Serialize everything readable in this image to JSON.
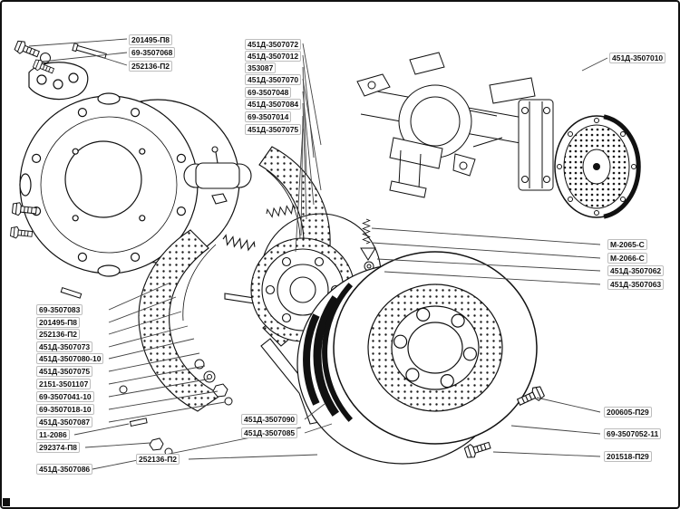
{
  "figure": {
    "ink_color": "#1a1a1a",
    "paper_color": "#ffffff"
  },
  "labels": [
    {
      "text": "201495-П8"
    },
    {
      "text": "69-3507068"
    },
    {
      "text": "252136-П2"
    },
    {
      "text": "451Д-3507072"
    },
    {
      "text": "451Д-3507012"
    },
    {
      "text": "353087"
    },
    {
      "text": "451Д-3507070"
    },
    {
      "text": "69-3507048"
    },
    {
      "text": "451Д-3507084"
    },
    {
      "text": "69-3507014"
    },
    {
      "text": "451Д-3507075"
    },
    {
      "text": "451Д-3507010"
    },
    {
      "text": "М-2065-С"
    },
    {
      "text": "М-2066-С"
    },
    {
      "text": "451Д-3507062"
    },
    {
      "text": "451Д-3507063"
    },
    {
      "text": "69-3507083"
    },
    {
      "text": "201495-П8"
    },
    {
      "text": "252136-П2"
    },
    {
      "text": "451Д-3507073"
    },
    {
      "text": "451Д-3507080-10"
    },
    {
      "text": "451Д-3507075"
    },
    {
      "text": "2151-3501107"
    },
    {
      "text": "69-3507041-10"
    },
    {
      "text": "69-3507018-10"
    },
    {
      "text": "451Д-3507087"
    },
    {
      "text": "11-2086"
    },
    {
      "text": "292374-П8"
    },
    {
      "text": "451Д-3507086"
    },
    {
      "text": "451Д-3507090"
    },
    {
      "text": "451Д-3507085"
    },
    {
      "text": "252136-П2"
    },
    {
      "text": "200605-П29"
    },
    {
      "text": "69-3507052-11"
    },
    {
      "text": "201518-П29"
    }
  ]
}
